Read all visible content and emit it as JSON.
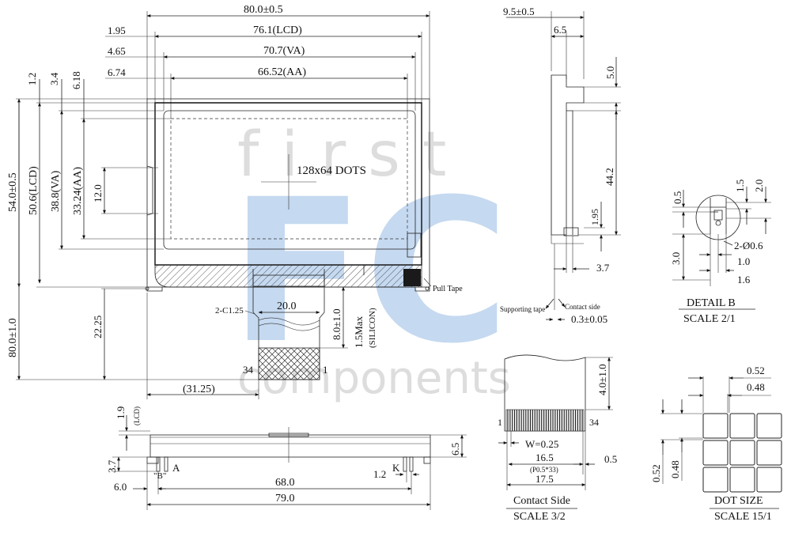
{
  "main_view": {
    "dims": {
      "outline_w": "80.0±0.5",
      "lcd_w": "76.1(LCD)",
      "va_w": "70.7(VA)",
      "aa_w": "66.52(AA)",
      "off_lcd": "1.95",
      "off_va": "4.65",
      "off_aa": "6.74",
      "v_off_1": "1.2",
      "v_off_2": "3.4",
      "v_off_3": "6.18",
      "outline_h": "54.0±0.5",
      "lcd_h": "50.6(LCD)",
      "va_h": "38.8(VA)",
      "aa_h": "33.24(AA)",
      "center_h": "12.0",
      "total_h": "80.0±1.0",
      "fpc_pos": "22.25",
      "fpc_off": "(31.25)",
      "fpc_w": "20.0",
      "fpc_len": "8.0±1.0",
      "silicon": "1.5Max",
      "silicon_label": "(SILICON)",
      "chamfer": "2-C1.25"
    },
    "center_label": "128x64 DOTS",
    "pull_tape": "Pull Tape",
    "pin_34": "34",
    "pin_1": "1"
  },
  "side_view": {
    "thickness": "9.5±0.5",
    "d_6_5": "6.5",
    "d_5_0": "5.0",
    "d_44_2": "44.2",
    "d_1_95": "1.95",
    "d_3_7": "3.7",
    "supporting_tape": "Supporting tape",
    "contact_side": "Contact side",
    "fpc_thick": "0.3±0.05"
  },
  "detail_b": {
    "d_0_5": "0.5",
    "d_1_5": "1.5",
    "d_2_0": "2.0",
    "d_3_0": "3.0",
    "holes": "2-Ø0.6",
    "d_1_0": "1.0",
    "d_1_6": "1.6",
    "title": "DETAIL B",
    "scale": "SCALE 2/1"
  },
  "contact_side": {
    "len": "4.0±1.0",
    "pin_1": "1",
    "pin_34": "34",
    "width": "W=0.25",
    "d_16_5": "16.5",
    "pitch": "(P0.5*33)",
    "d_0_5": "0.5",
    "d_17_5": "17.5",
    "title": "Contact Side",
    "scale": "SCALE 3/2"
  },
  "dot_size": {
    "d_0_52_top": "0.52",
    "d_0_48_top": "0.48",
    "d_0_52_left": "0.52",
    "d_0_48_left": "0.48",
    "title": "DOT SIZE",
    "scale": "SCALE 15/1"
  },
  "bottom_view": {
    "d_1_9": "1.9",
    "lcd_label": "(LCD)",
    "d_6_5": "6.5",
    "d_3_7": "3.7",
    "pin_a": "A",
    "pin_k": "K",
    "detail_ref": "\"B\"",
    "d_6_0": "6.0",
    "d_68_0": "68.0",
    "d_1_2": "1.2",
    "d_79_0": "79.0"
  },
  "watermark": {
    "top": "first",
    "logo": "FC",
    "bottom": "components",
    "color": "#a9c6e8"
  }
}
